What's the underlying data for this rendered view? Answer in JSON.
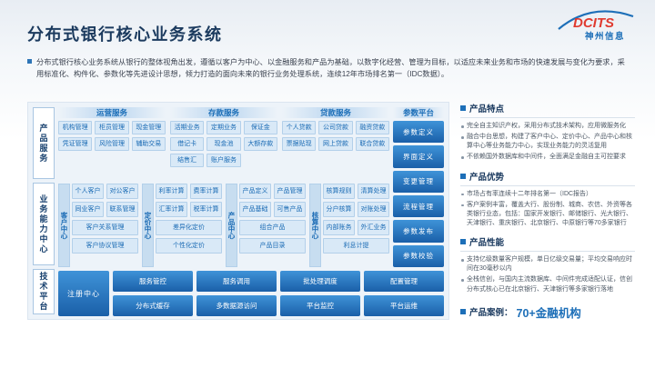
{
  "logo": {
    "brand": "DCITS",
    "company": "神州信息"
  },
  "header": {
    "title": "分布式银行核心业务系统"
  },
  "intro": {
    "text": "分布式银行核心业务系统从银行的整体视角出发，遵循以客户为中心、以金融服务和产品为基础，以数字化经营、管理为目标，以适应未来业务和市场的快速发展与变化为要求，采用标准化、构件化、参数化等先进设计思想，倾力打造的面向未来的银行业务处理系统，连续12年市场排名第一（IDC数据）。"
  },
  "diagram": {
    "layers": [
      {
        "label": "产品服务"
      },
      {
        "label": "业务能力中心"
      },
      {
        "label": "技术平台"
      }
    ],
    "service_groups": [
      {
        "title": "运营服务",
        "items": [
          "机构管理",
          "柜员管理",
          "现金管理",
          "凭证管理",
          "风险管理",
          "辅助交易"
        ]
      },
      {
        "title": "存款服务",
        "items": [
          "活期业务",
          "定期业务",
          "保证金",
          "借记卡",
          "现金池",
          "大额存款",
          "结售汇",
          "账户服务"
        ]
      },
      {
        "title": "贷款服务",
        "items": [
          "个人贷款",
          "公司贷款",
          "融资贷款",
          "票据贴现",
          "网上贷款",
          "联合贷款"
        ]
      }
    ],
    "param_platform": {
      "title": "参数平台",
      "items": [
        "参数定义",
        "界面定义",
        "变更管理",
        "流程管理",
        "参数发布",
        "参数校验"
      ]
    },
    "centers": [
      {
        "label": "客户中心",
        "items": [
          "个人客户",
          "对公客户",
          "同业客户",
          "联系管理"
        ],
        "wide_items": [
          "客户关系管理",
          "客户协议管理"
        ]
      },
      {
        "label": "定价中心",
        "items": [
          "利率计算",
          "费率计算",
          "汇率计算",
          "税率计算"
        ],
        "wide_items": [
          "差异化定价",
          "个性化定价"
        ]
      },
      {
        "label": "产品中心",
        "items": [
          "产品定义",
          "产品管理",
          "产品基础",
          "可售产品"
        ],
        "wide_items": [
          "组合产品",
          "产品目录"
        ]
      },
      {
        "label": "核算中心",
        "items": [
          "核算规则",
          "清算处理",
          "分户核算",
          "对账处理",
          "内部账务",
          "外汇业务"
        ],
        "wide_items": [
          "利息计提"
        ]
      }
    ],
    "tech_platform": {
      "registry": "注册中心",
      "items": [
        "服务管控",
        "服务调用",
        "批处理调度",
        "配置管理",
        "分布式缓存",
        "多数据源访问",
        "平台监控",
        "平台运维"
      ]
    }
  },
  "panel": {
    "sections": [
      {
        "title": "产品特点",
        "bullets": [
          "完全自主知识产权，采用分布式技术架构，应用微服务化",
          "融合中台思想，构建了客户中心、定价中心、产品中心和核算中心等业务能力中心，实现业务能力的灵活复用",
          "不依赖国外数据库和中间件，全面满足金融自主可控要求"
        ]
      },
      {
        "title": "产品优势",
        "bullets": [
          "市场占有率连续十二年排名第一（IDC报告）",
          "客户案例丰富，覆盖大行、股份制、城商、农信、外资等各类银行业态，包括：国家开发银行、邮储银行、光大银行、天津银行、重庆银行、北京银行、中原银行等70多家银行"
        ]
      },
      {
        "title": "产品性能",
        "bullets": [
          "支持亿级数量客户规模，单日亿级交易量；平均交易响应时间在30毫秒以内",
          "全栈信创，与国内主流数据库、中间件完成适配认证，信创分布式核心已在北京银行、天津银行等多家银行落地"
        ]
      }
    ],
    "cases": {
      "label": "产品案例：",
      "value": "70+金融机构"
    }
  },
  "colors": {
    "accent_blue": "#1d6fb8",
    "navy": "#16365c",
    "logo_red": "#e03a2f",
    "box_fill": "#d9e9f7",
    "button_gradient_top": "#3f93d8",
    "button_gradient_bottom": "#1a5fa8"
  }
}
